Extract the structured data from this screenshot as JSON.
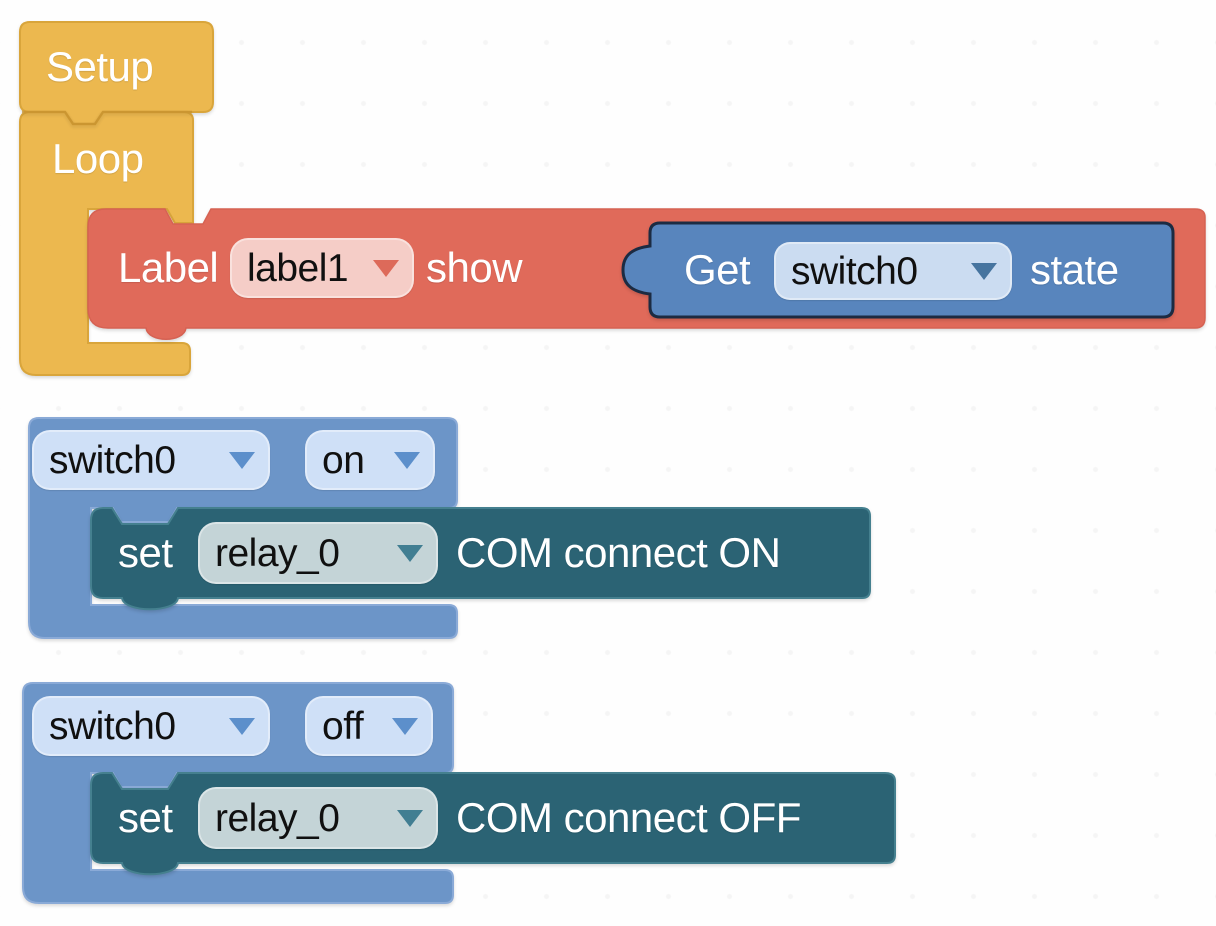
{
  "workspace": {
    "blocks": {
      "setup": {
        "label": "Setup"
      },
      "loop": {
        "label": "Loop"
      },
      "label_show": {
        "prefix": "Label",
        "dropdown_value": "label1",
        "suffix": "show"
      },
      "get_state": {
        "prefix": "Get",
        "dropdown_value": "switch0",
        "suffix": "state"
      },
      "switch_on": {
        "device_dropdown_value": "switch0",
        "state_dropdown_value": "on"
      },
      "set_relay_on": {
        "prefix": "set",
        "dropdown_value": "relay_0",
        "suffix": "COM connect ON"
      },
      "switch_off": {
        "device_dropdown_value": "switch0",
        "state_dropdown_value": "off"
      },
      "set_relay_off": {
        "prefix": "set",
        "dropdown_value": "relay_0",
        "suffix": "COM connect OFF"
      }
    },
    "icons": {
      "dropdown_arrow": "triangle-down"
    },
    "colors": {
      "event_yellow": "#ECB84F",
      "event_yellow_border": "#D9A53B",
      "label_red": "#E06A5A",
      "label_red_border": "#D66253",
      "value_blue": "#5885BD",
      "value_blue_border": "#1C2B42",
      "hat_blue": "#6C95C8",
      "hat_blue_border": "#8AAAD7",
      "action_teal": "#2B6374",
      "action_teal_border": "#45808F",
      "pill_pink": "#F5CDC7",
      "pill_light_blue": "#CBDCF1",
      "pill_pale_blue": "#CFE0F7",
      "pill_gray_teal": "#C4D4D7"
    }
  }
}
